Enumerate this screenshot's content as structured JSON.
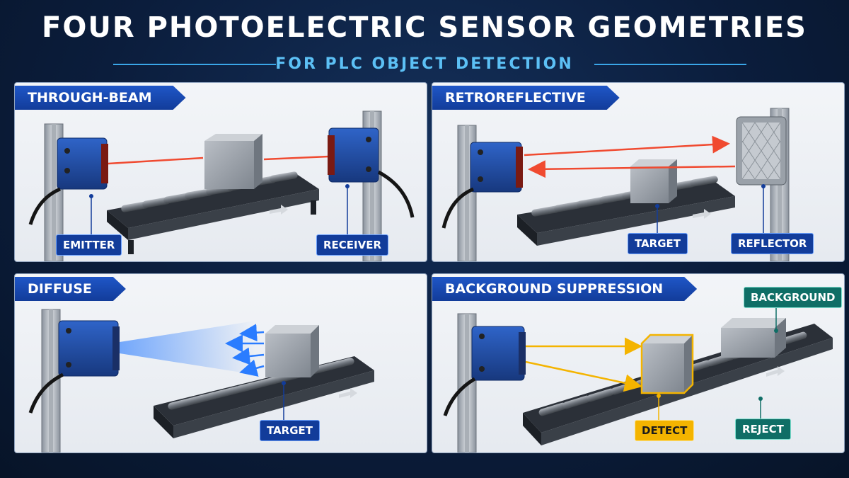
{
  "header": {
    "title": "FOUR PHOTOELECTRIC SENSOR GEOMETRIES",
    "subtitle": "FOR PLC OBJECT DETECTION"
  },
  "colors": {
    "accent_blue": "#123c9a",
    "beam_red": "#f04a30",
    "beam_blue": "#2a7cff",
    "beam_yellow": "#f4b400",
    "tag_green": "#0f6e66"
  },
  "panels": {
    "through_beam": {
      "title": "THROUGH-BEAM",
      "emitter": "EMITTER",
      "receiver": "RECEIVER"
    },
    "retroreflective": {
      "title": "RETROREFLECTIVE",
      "target": "TARGET",
      "reflector": "REFLECTOR"
    },
    "diffuse": {
      "title": "DIFFUSE",
      "target": "TARGET"
    },
    "background_suppression": {
      "title": "BACKGROUND SUPPRESSION",
      "background": "BACKGROUND",
      "detect": "DETECT",
      "reject": "REJECT"
    }
  }
}
